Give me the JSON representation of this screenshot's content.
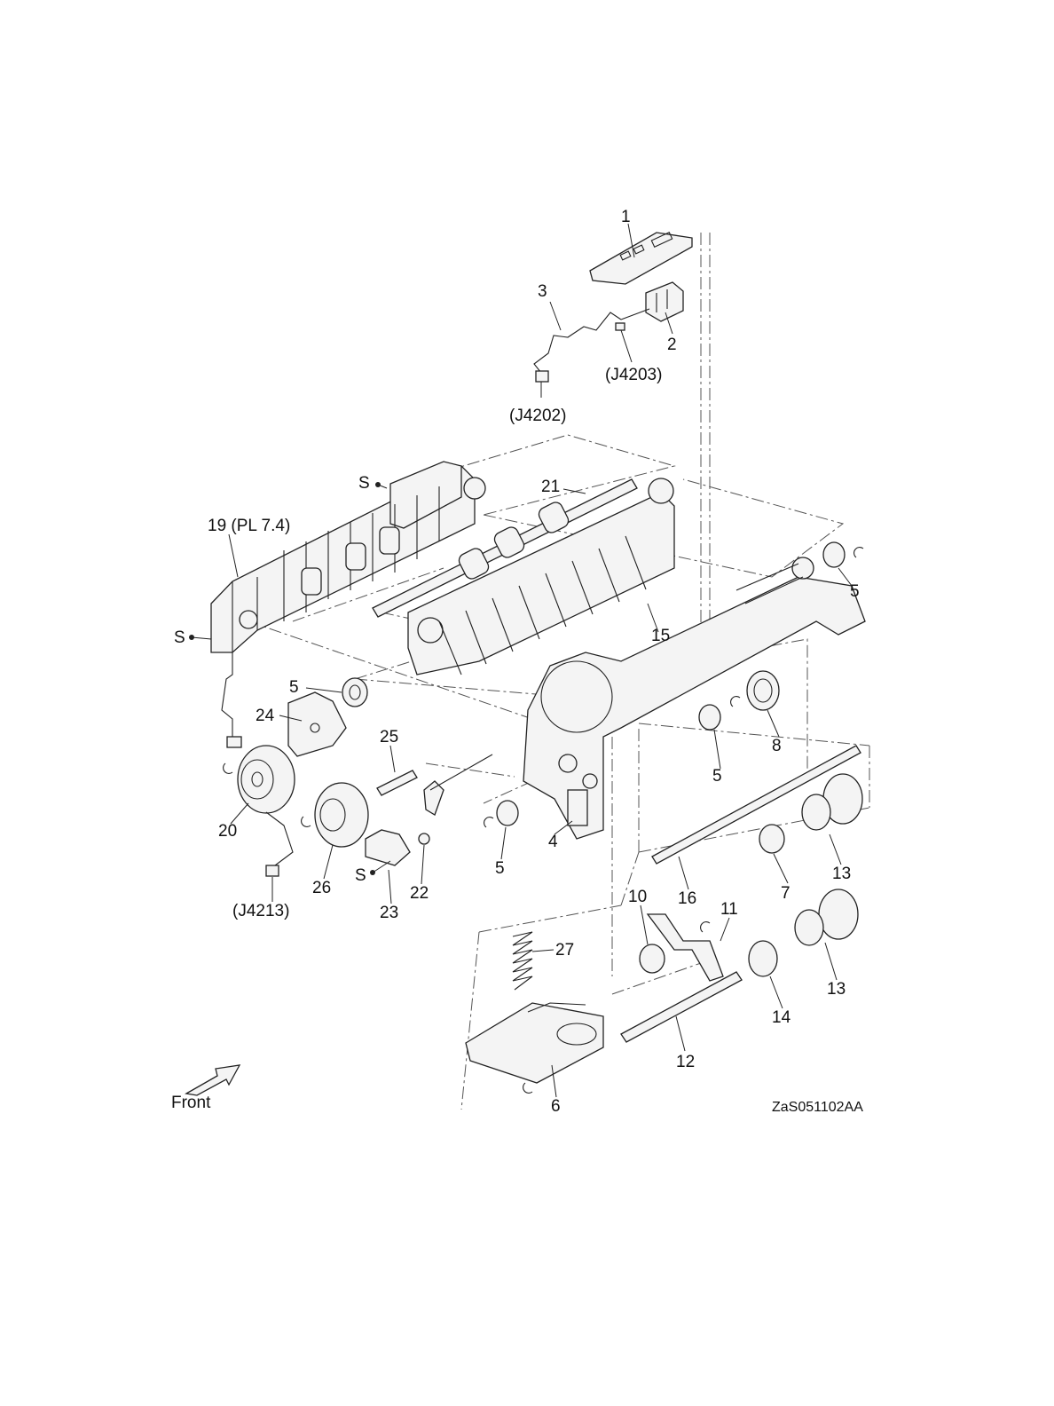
{
  "diagram": {
    "drawing_code": "ZaS051102AA",
    "front_label": "Front",
    "screw_mark": "S",
    "labels": {
      "p1": "1",
      "p2": "2",
      "p3": "3",
      "j4203": "(J4203)",
      "j4202": "(J4202)",
      "p21": "21",
      "p19": "19 (PL 7.4)",
      "p5a": "5",
      "p15": "15",
      "p5b": "5",
      "p24": "24",
      "p25": "25",
      "p8": "8",
      "p5c": "5",
      "p20": "20",
      "p26": "26",
      "p4": "4",
      "p5d": "5",
      "p22": "22",
      "p23": "23",
      "j4213": "(J4213)",
      "p16": "16",
      "p7": "7",
      "p13a": "13",
      "p10": "10",
      "p11": "11",
      "p27": "27",
      "p13b": "13",
      "p14": "14",
      "p12": "12",
      "p6": "6"
    }
  }
}
